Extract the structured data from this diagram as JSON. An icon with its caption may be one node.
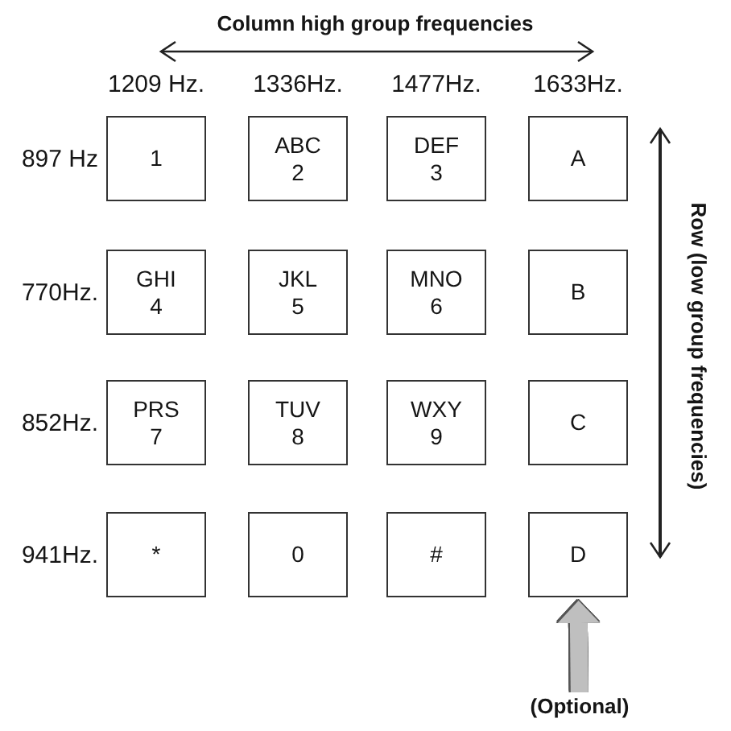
{
  "diagram": {
    "nodes": [
      {
        "text": [
          "1"
        ]
      },
      {
        "text": [
          "ABC",
          "2"
        ]
      },
      {
        "text": [
          "DEF",
          "3"
        ]
      },
      {
        "text": [
          "A"
        ]
      },
      {
        "text": [
          "GHI",
          "4"
        ]
      },
      {
        "text": [
          "JKL",
          "5"
        ]
      },
      {
        "text": [
          "MNO",
          "6"
        ]
      },
      {
        "text": [
          "B"
        ]
      },
      {
        "text": [
          "PRS",
          "7"
        ]
      },
      {
        "text": [
          "TUV",
          "8"
        ]
      },
      {
        "text": [
          "WXY",
          "9"
        ]
      },
      {
        "text": [
          "C"
        ]
      },
      {
        "text": [
          "*"
        ]
      },
      {
        "text": [
          "0"
        ]
      },
      {
        "text": [
          "#"
        ]
      },
      {
        "text": [
          "D"
        ]
      },
      {
        "text": [
          "(Optional)"
        ]
      }
    ],
    "edges": [
      {
        "from": 16,
        "to": 15,
        "arrow": "to",
        "color": "#bfbfbf"
      }
    ],
    "labels": [
      "Column high group frequencies",
      "1209 Hz.",
      "1336Hz.",
      "1477Hz.",
      "1633Hz.",
      "897 Hz",
      "770Hz.",
      "852Hz.",
      "941Hz.",
      "Row (low group frequencies)"
    ]
  }
}
